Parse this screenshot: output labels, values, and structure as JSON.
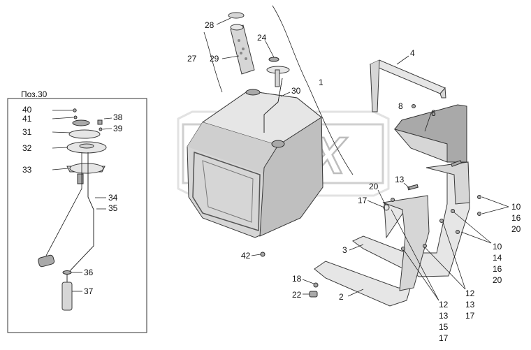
{
  "inset_title": "Поз.30",
  "watermark": "OPEX",
  "labels": {
    "p1": "1",
    "p2": "2",
    "p3": "3",
    "p4": "4",
    "p6": "6",
    "p8": "8",
    "p13": "13",
    "p17": "17",
    "p18": "18",
    "p20": "20",
    "p22": "22",
    "p24": "24",
    "p27": "27",
    "p28": "28",
    "p29": "29",
    "p30": "30",
    "p31": "31",
    "p32": "32",
    "p33": "33",
    "p34": "34",
    "p35": "35",
    "p36": "36",
    "p37": "37",
    "p38": "38",
    "p39": "39",
    "p40": "40",
    "p41": "41",
    "p42": "42",
    "g1_10": "10",
    "g1_16": "16",
    "g1_20": "20",
    "g2_10": "10",
    "g2_14": "14",
    "g2_16": "16",
    "g2_20": "20",
    "g3_12": "12",
    "g3_13": "13",
    "g3_17": "17",
    "g4_12": "12",
    "g4_13": "13",
    "g4_15": "15",
    "g4_17": "17"
  }
}
